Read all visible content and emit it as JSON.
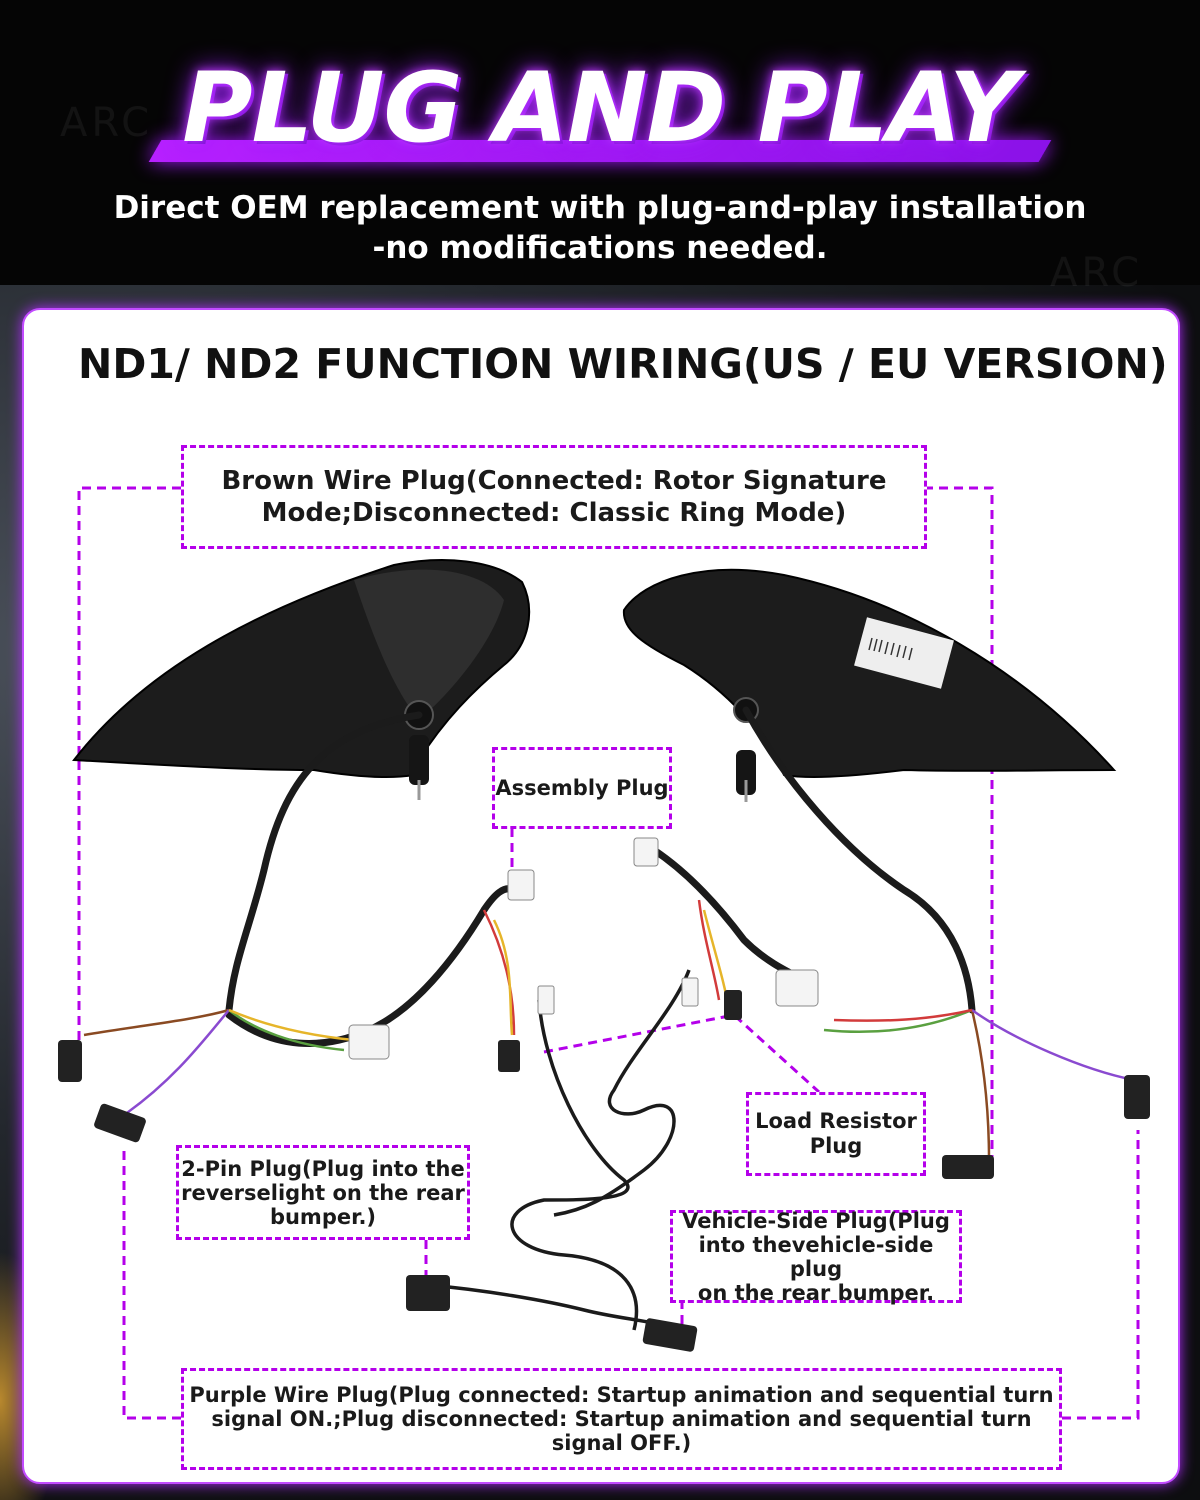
{
  "header": {
    "title": "PLUG AND PLAY",
    "subtitle_line1": "Direct OEM replacement with plug-and-play installation",
    "subtitle_line2": "-no modifications needed.",
    "accent_color": "#a318ff"
  },
  "panel": {
    "title": "ND1/ ND2 FUNCTION WIRING(US / EU VERSION)"
  },
  "labels": {
    "brown_wire_line1": "Brown Wire Plug(Connected: Rotor Signature",
    "brown_wire_line2": "Mode;Disconnected: Classic Ring Mode)",
    "assembly_plug": "Assembly Plug",
    "load_resistor_line1": "Load Resistor",
    "load_resistor_line2": "Plug",
    "two_pin_line1": "2-Pin Plug(Plug into the",
    "two_pin_line2": "reverselight on the rear",
    "two_pin_line3": "bumper.)",
    "vehicle_side_line1": "Vehicle-Side Plug(Plug",
    "vehicle_side_line2": "into thevehicle-side plug",
    "vehicle_side_line3": "on the rear bumper.",
    "purple_wire_line1": "Purple Wire Plug(Plug connected: Startup animation and sequential turn",
    "purple_wire_line2": "signal ON.;Plug disconnected: Startup animation and sequential turn",
    "purple_wire_line3": "signal OFF.)"
  },
  "colors": {
    "dashed_callout": "#b400ea",
    "wire_black": "#1b1b1b",
    "wire_red": "#d23b3b",
    "wire_yellow": "#e6b52a",
    "wire_green": "#5aa040",
    "wire_brown": "#8a4a22",
    "wire_purple": "#8a4ad0"
  },
  "icons": {
    "left_lamp": "tail-light-left",
    "right_lamp": "tail-light-right",
    "connectors": "wire-connector"
  }
}
